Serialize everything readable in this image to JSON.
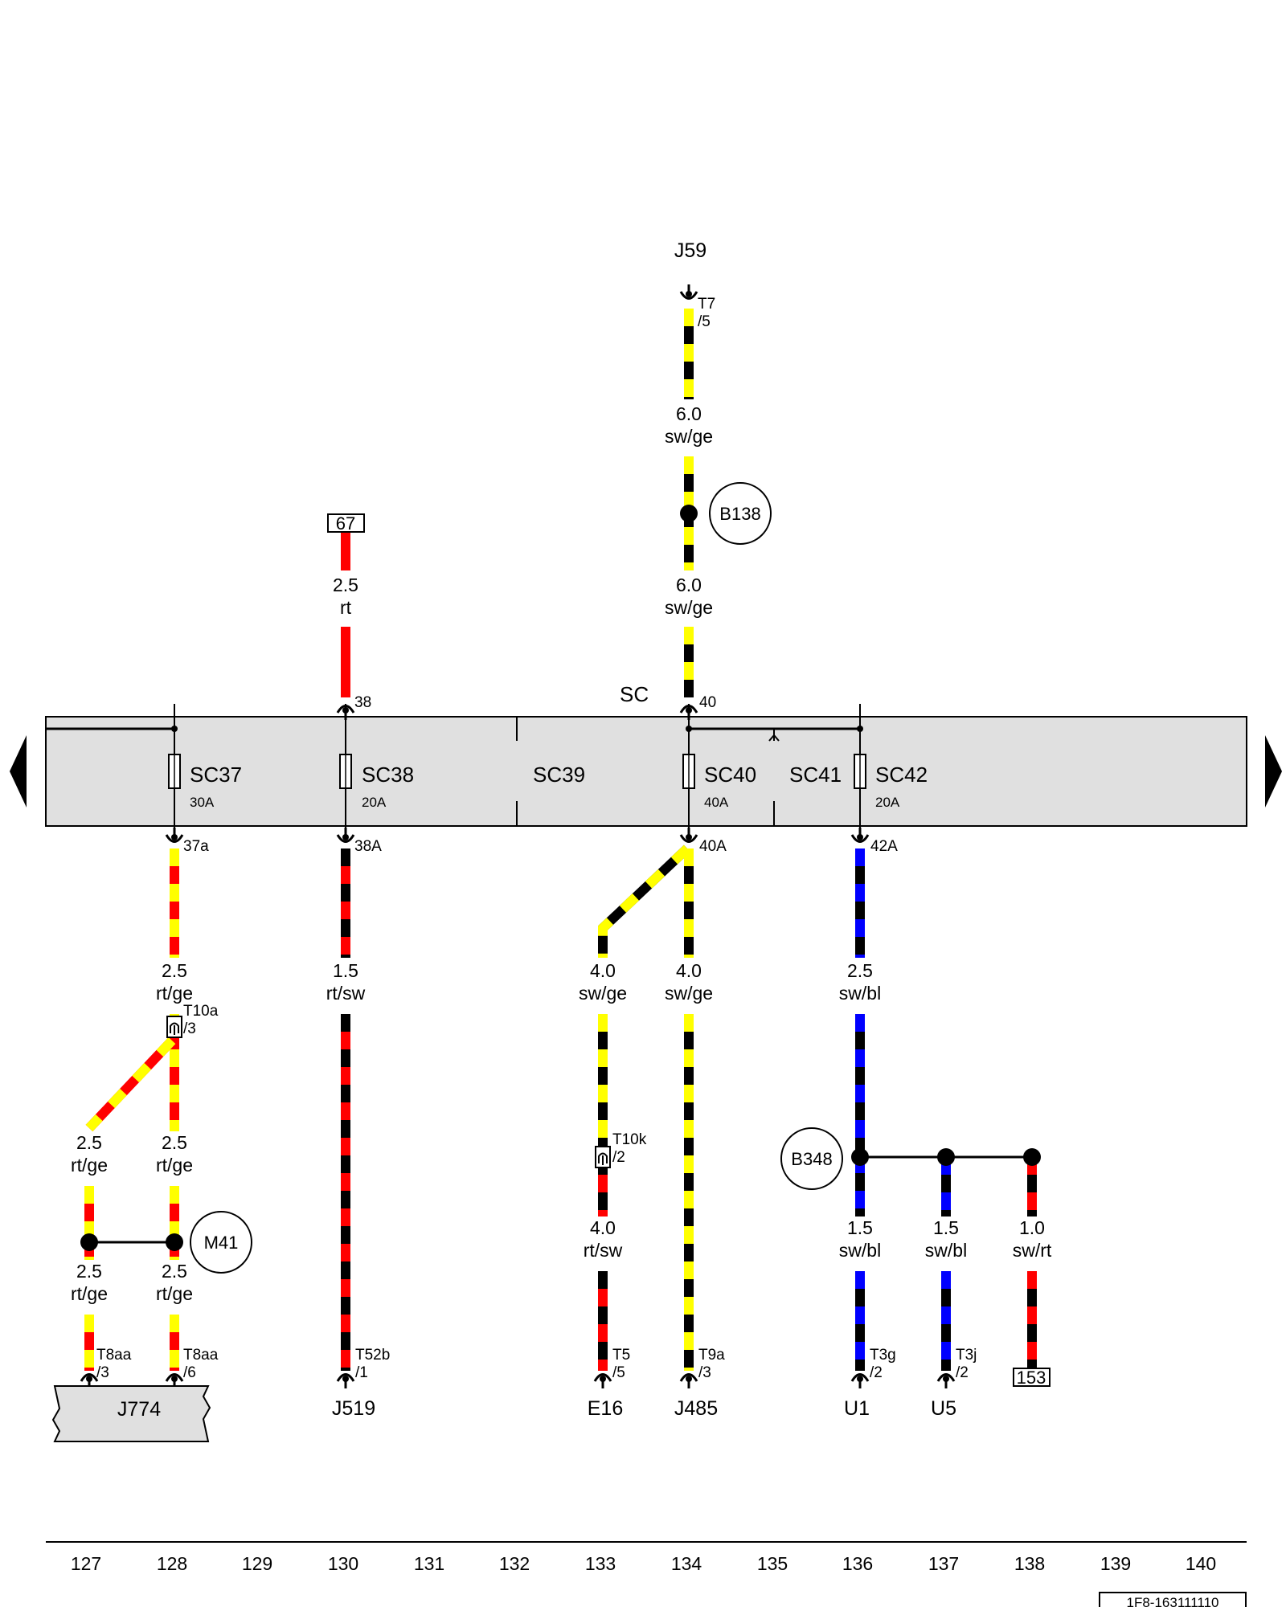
{
  "bus": {
    "label": "SC"
  },
  "fuses": [
    {
      "name": "SC37",
      "rating": "30A"
    },
    {
      "name": "SC38",
      "rating": "20A"
    },
    {
      "name": "SC39",
      "rating": ""
    },
    {
      "name": "SC40",
      "rating": "40A"
    },
    {
      "name": "SC41",
      "rating": ""
    },
    {
      "name": "SC42",
      "rating": "20A"
    }
  ],
  "pins": {
    "in38": "38",
    "in40": "40",
    "out37a": "37a",
    "out38A": "38A",
    "out40A": "40A",
    "out42A": "42A"
  },
  "ref_boxes": [
    "67",
    "153"
  ],
  "splices": [
    "B138",
    "B348",
    "M41"
  ],
  "components": [
    "J59",
    "J774",
    "J519",
    "E16",
    "J485",
    "U1",
    "U5"
  ],
  "connectors": [
    {
      "name": "T7",
      "pin": "/5"
    },
    {
      "name": "T10a",
      "pin": "/3"
    },
    {
      "name": "T10k",
      "pin": "/2"
    },
    {
      "name": "T8aa",
      "pin": "/3"
    },
    {
      "name": "T8aa",
      "pin": "/6"
    },
    {
      "name": "T52b",
      "pin": "/1"
    },
    {
      "name": "T5",
      "pin": "/5"
    },
    {
      "name": "T9a",
      "pin": "/3"
    },
    {
      "name": "T3g",
      "pin": "/2"
    },
    {
      "name": "T3j",
      "pin": "/2"
    }
  ],
  "wires": [
    {
      "size": "6.0",
      "color": "sw/ge"
    },
    {
      "size": "6.0",
      "color": "sw/ge"
    },
    {
      "size": "2.5",
      "color": "rt"
    },
    {
      "size": "2.5",
      "color": "rt/ge"
    },
    {
      "size": "1.5",
      "color": "rt/sw"
    },
    {
      "size": "4.0",
      "color": "sw/ge"
    },
    {
      "size": "4.0",
      "color": "sw/ge"
    },
    {
      "size": "2.5",
      "color": "sw/bl"
    },
    {
      "size": "2.5",
      "color": "rt/ge"
    },
    {
      "size": "2.5",
      "color": "rt/ge"
    },
    {
      "size": "4.0",
      "color": "rt/sw"
    },
    {
      "size": "1.5",
      "color": "sw/bl"
    },
    {
      "size": "1.5",
      "color": "sw/bl"
    },
    {
      "size": "1.0",
      "color": "sw/rt"
    },
    {
      "size": "2.5",
      "color": "rt/ge"
    },
    {
      "size": "2.5",
      "color": "rt/ge"
    }
  ],
  "columns": [
    "127",
    "128",
    "129",
    "130",
    "131",
    "132",
    "133",
    "134",
    "135",
    "136",
    "137",
    "138",
    "139",
    "140"
  ],
  "doc_id": "1F8-163111110",
  "wire_colors": {
    "sw": "#000000",
    "ge": "#ffff00",
    "rt": "#ff0000",
    "bl": "#0000ff"
  },
  "bus_fill": "#e0e0e0"
}
